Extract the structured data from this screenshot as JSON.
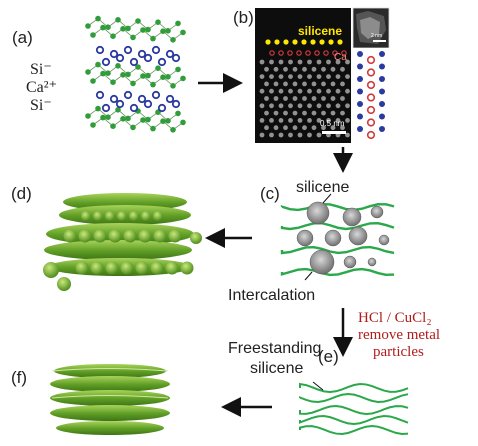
{
  "panels": {
    "a": "(a)",
    "b": "(b)",
    "c": "(c)",
    "d": "(d)",
    "e": "(e)",
    "f": "(f)"
  },
  "panel_a": {
    "ion1": "Si⁻",
    "ion2": "Ca²⁺",
    "ion3": "Si⁻"
  },
  "panel_b": {
    "silicene": "silicene",
    "ca": "Ca",
    "scale": "0.5 nm",
    "inset_scale": "2 nm"
  },
  "panel_c": {
    "title": "silicene",
    "caption": "Intercalation"
  },
  "process": {
    "reagent": "HCl / CuCl₂",
    "line2": "remove metal",
    "line3": "particles"
  },
  "panel_e": {
    "line1": "Freestanding",
    "line2": "silicene"
  },
  "colors": {
    "si_atom": "#2e9d3a",
    "ca_atom": "#2b3a9f",
    "silicene_label": "#ffe600",
    "ca_ring": "#d23a3a",
    "process_text": "#b01c1c",
    "sheet": "#2aa84a",
    "pea": "#6fae2e"
  }
}
